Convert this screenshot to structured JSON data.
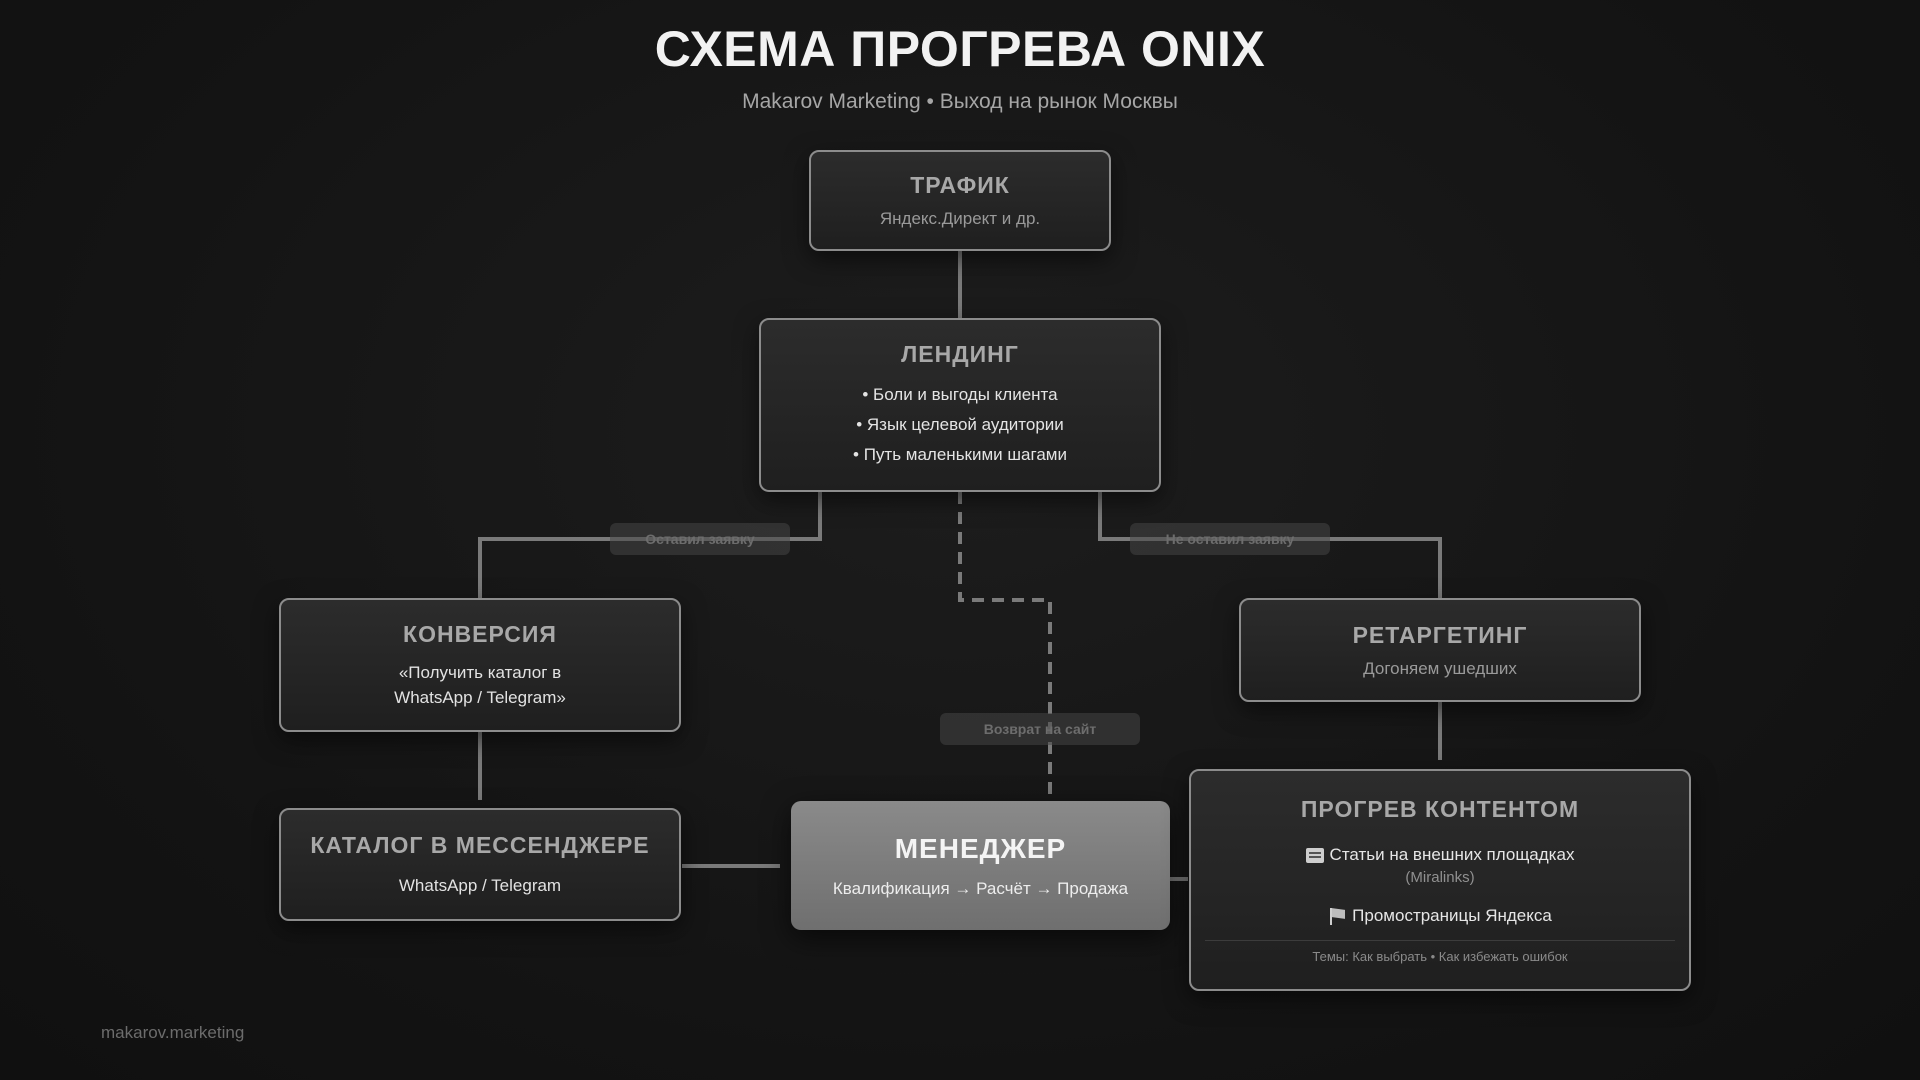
{
  "header": {
    "title": "СХЕМА ПРОГРЕВА ONIX",
    "subtitle": "Makarov Marketing • Выход на рынок Москвы"
  },
  "nodes": {
    "traffic": {
      "title": "ТРАФИК",
      "subtitle": "Яндекс.Директ и др."
    },
    "landing": {
      "title": "ЛЕНДИНГ",
      "bullets": [
        "• Боли и выгоды клиента",
        "• Язык целевой аудитории",
        "• Путь маленькими шагами"
      ]
    },
    "conversion": {
      "title": "КОНВЕРСИЯ",
      "text_line1": "«Получить каталог в",
      "text_line2": "WhatsApp / Telegram»"
    },
    "retargeting": {
      "title": "РЕТАРГЕТИНГ",
      "subtitle": "Догоняем ушедших"
    },
    "catalog": {
      "title": "КАТАЛОГ В МЕССЕНДЖЕРЕ",
      "subtitle": "WhatsApp / Telegram"
    },
    "manager": {
      "title": "МЕНЕДЖЕР",
      "subtitle": "Квалификация → Расчёт → Продажа"
    },
    "content": {
      "title": "ПРОГРЕВ КОНТЕНТОМ",
      "item1": "Статьи на внешних площадках",
      "item1_icon": "document-icon",
      "item1_note": "(Miralinks)",
      "item2": "Промостраницы Яндекса",
      "item2_icon": "flag-icon",
      "themes": "Темы: Как выбрать • Как избежать ошибок"
    }
  },
  "edge_labels": {
    "left_branch": "Оставил заявку",
    "right_branch": "Не оставил заявку",
    "return": "Возврат на сайт"
  },
  "footer": {
    "brand": "makarov.marketing"
  },
  "colors": {
    "background": "#141414",
    "node_border": "#8c8c8c",
    "connector": "#7a7a7a",
    "manager_fill": "#7d7d7d"
  }
}
